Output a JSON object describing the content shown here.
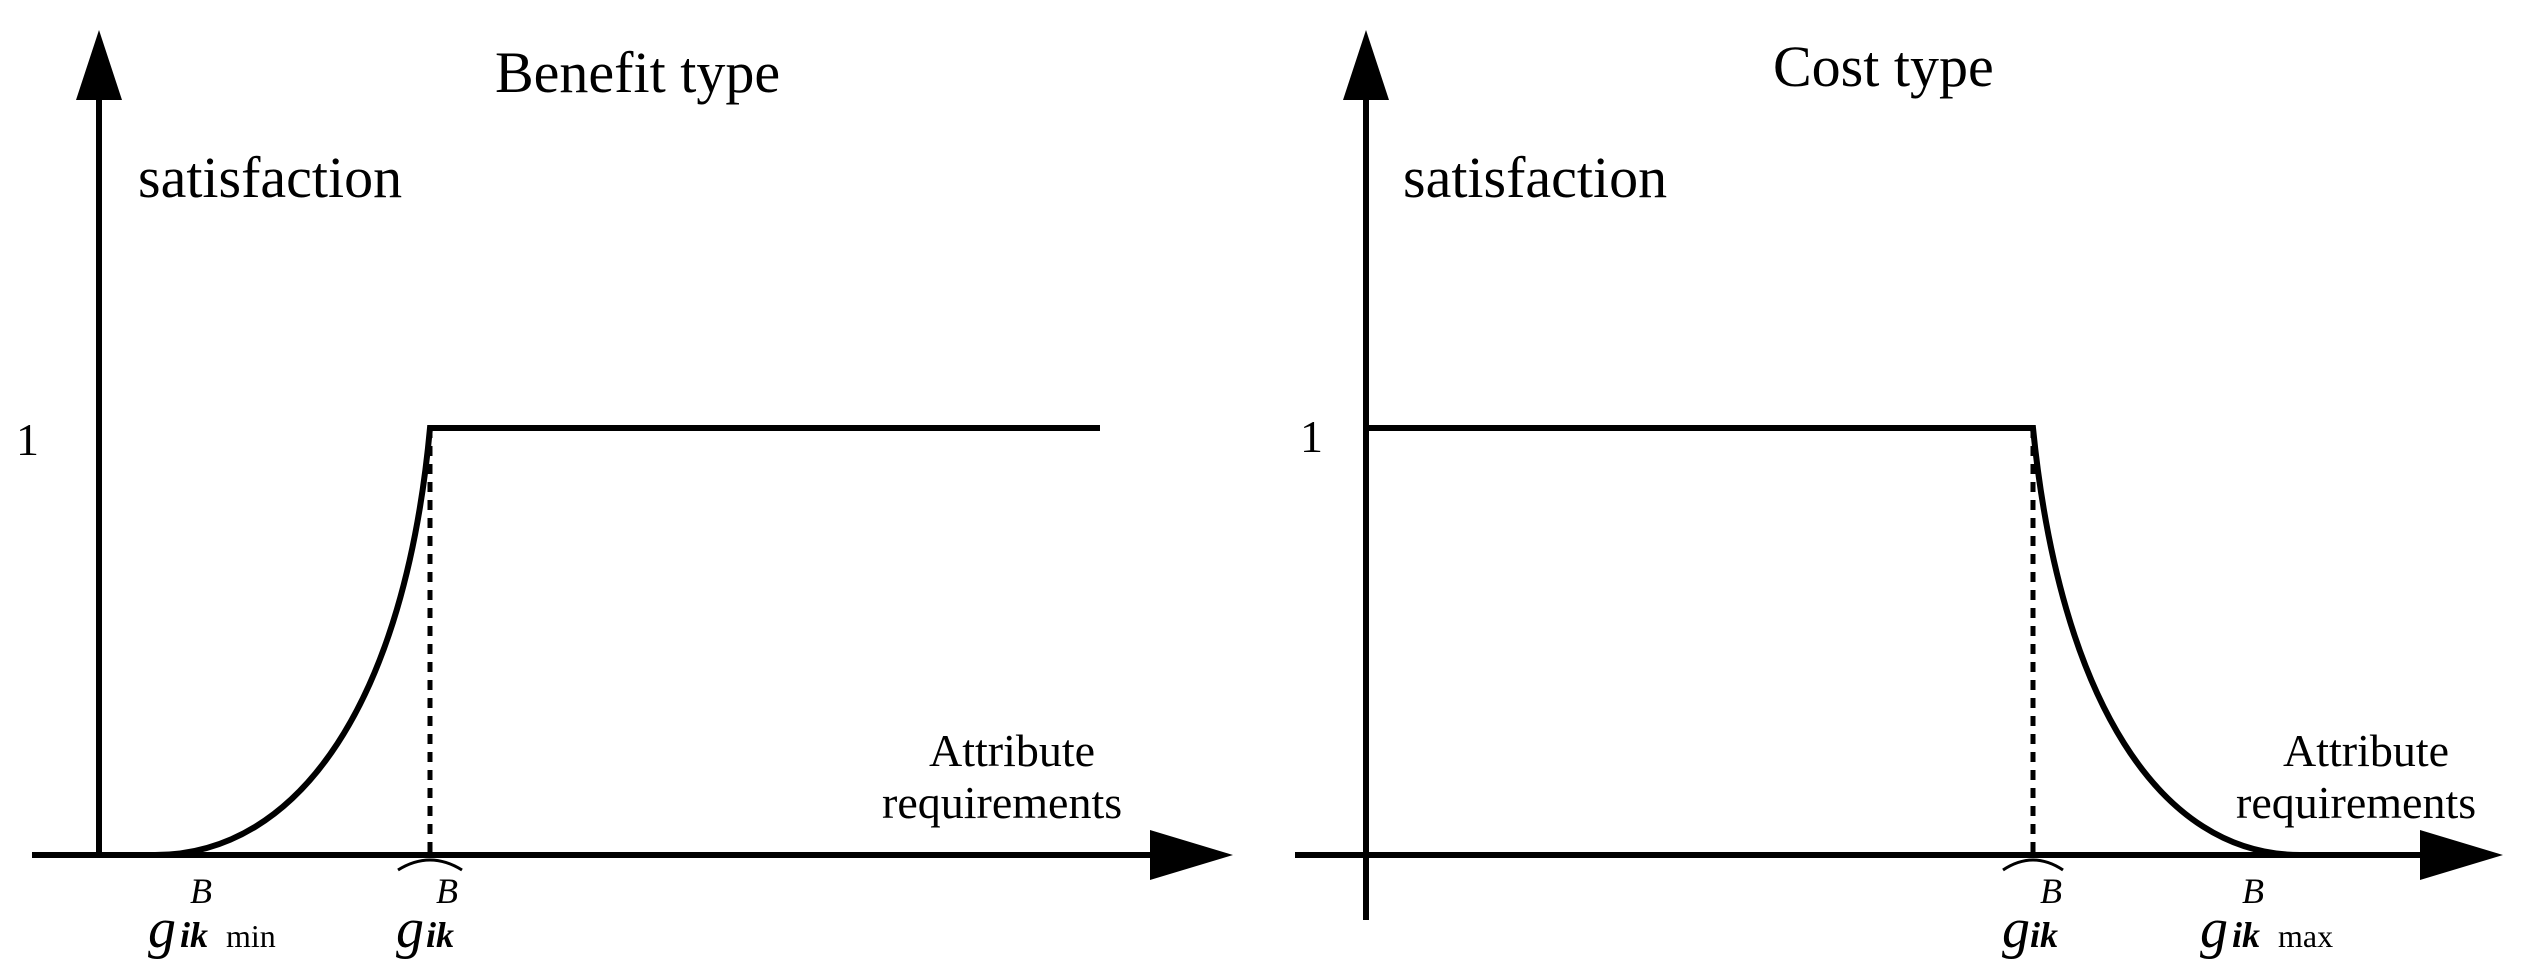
{
  "colors": {
    "line": "#000000",
    "background": "#ffffff"
  },
  "panels": [
    {
      "id": "benefit",
      "title": "Benefit type",
      "ylabel": "satisfaction",
      "y_tick": "1",
      "xlabel_line1": "Attribute",
      "xlabel_line2": "requirements",
      "marker1": {
        "base": "g",
        "sup": "B",
        "sub": "ik",
        "subsub": "min",
        "hat": false
      },
      "marker2": {
        "base": "g",
        "sup": "B",
        "sub": "ik",
        "subsub": "",
        "hat": true
      }
    },
    {
      "id": "cost",
      "title": "Cost type",
      "ylabel": "satisfaction",
      "y_tick": "1",
      "xlabel_line1": "Attribute",
      "xlabel_line2": "requirements",
      "marker1": {
        "base": "g",
        "sup": "B",
        "sub": "ik",
        "subsub": "",
        "hat": true
      },
      "marker2": {
        "base": "g",
        "sup": "B",
        "sub": "ik",
        "subsub": "max",
        "hat": false
      }
    }
  ]
}
